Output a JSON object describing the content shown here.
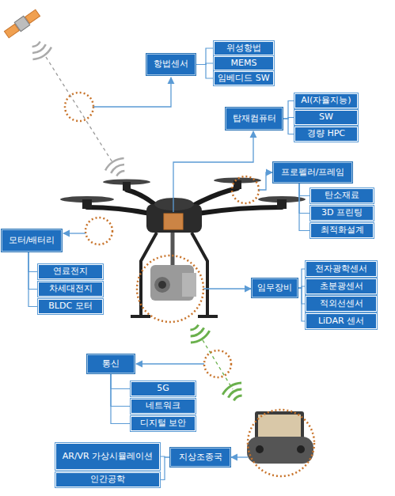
{
  "diagram": {
    "nodes": [
      {
        "text": [
          "항법센서"
        ]
      },
      {
        "text": [
          "위성항법"
        ]
      },
      {
        "text": [
          "MEMS"
        ]
      },
      {
        "text": [
          "임베디드 SW"
        ]
      },
      {
        "text": [
          "탑재컴퓨터"
        ]
      },
      {
        "text": [
          "AI(자율지능)"
        ]
      },
      {
        "text": [
          "SW"
        ]
      },
      {
        "text": [
          "경량 HPC"
        ]
      },
      {
        "text": [
          "프로펠러/프레임"
        ]
      },
      {
        "text": [
          "탄소재료"
        ]
      },
      {
        "text": [
          "3D 프린팅"
        ]
      },
      {
        "text": [
          "최적화설계"
        ]
      },
      {
        "text": [
          "모터/배터리"
        ]
      },
      {
        "text": [
          "연료전지"
        ]
      },
      {
        "text": [
          "차세대전지"
        ]
      },
      {
        "text": [
          "BLDC 모터"
        ]
      },
      {
        "text": [
          "임무장비"
        ]
      },
      {
        "text": [
          "전자광학센서"
        ]
      },
      {
        "text": [
          "초분광센서"
        ]
      },
      {
        "text": [
          "적외선센서"
        ]
      },
      {
        "text": [
          "LiDAR 센서"
        ]
      },
      {
        "text": [
          "통신"
        ]
      },
      {
        "text": [
          "5G"
        ]
      },
      {
        "text": [
          "네트워크"
        ]
      },
      {
        "text": [
          "디지털 보안"
        ]
      },
      {
        "text": [
          "지상조종국"
        ]
      },
      {
        "text": [
          "AR/VR 가상시뮬레이션"
        ]
      },
      {
        "text": [
          "인간공학"
        ]
      }
    ],
    "edges": [
      {
        "from": 0,
        "to": 1,
        "arrow": "none"
      },
      {
        "from": 0,
        "to": 2,
        "arrow": "none"
      },
      {
        "from": 0,
        "to": 3,
        "arrow": "none"
      },
      {
        "from": 4,
        "to": 5,
        "arrow": "none"
      },
      {
        "from": 4,
        "to": 6,
        "arrow": "none"
      },
      {
        "from": 4,
        "to": 7,
        "arrow": "none"
      },
      {
        "from": 8,
        "to": 9,
        "arrow": "none"
      },
      {
        "from": 8,
        "to": 10,
        "arrow": "none"
      },
      {
        "from": 8,
        "to": 11,
        "arrow": "none"
      },
      {
        "from": 12,
        "to": 13,
        "arrow": "none"
      },
      {
        "from": 12,
        "to": 14,
        "arrow": "none"
      },
      {
        "from": 12,
        "to": 15,
        "arrow": "none"
      },
      {
        "from": 16,
        "to": 17,
        "arrow": "none"
      },
      {
        "from": 16,
        "to": 18,
        "arrow": "none"
      },
      {
        "from": 16,
        "to": 19,
        "arrow": "none"
      },
      {
        "from": 16,
        "to": 20,
        "arrow": "none"
      },
      {
        "from": 21,
        "to": 22,
        "arrow": "none"
      },
      {
        "from": 21,
        "to": 23,
        "arrow": "none"
      },
      {
        "from": 21,
        "to": 24,
        "arrow": "none"
      },
      {
        "from": 25,
        "to": 26,
        "arrow": "none"
      },
      {
        "from": 25,
        "to": 27,
        "arrow": "none"
      }
    ]
  }
}
